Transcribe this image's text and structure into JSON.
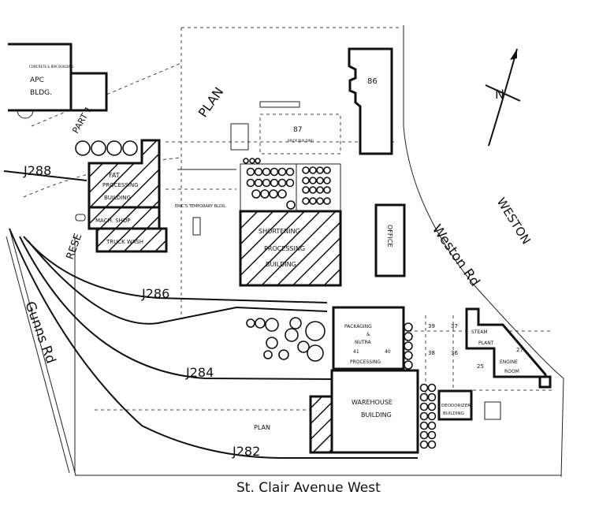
{
  "buildings": {
    "apc": {
      "sub": "CONCRETE & BRK BUILDING",
      "name": "APC",
      "name2": "BLDG."
    },
    "fat": {
      "l1": "FAT",
      "l2": "PROCESSING",
      "l3": "BUILDING"
    },
    "mach_shop": "MACH. SHOP",
    "truck_wash": "TRUCK WASH",
    "b86": "86",
    "b87": "87",
    "b87_sub": "BRICK BUILDING",
    "tempo": "ERIC'S TEMPORARY BLDG.",
    "shortening": {
      "l1": "SHORTENING",
      "l2": "PROCESSING",
      "l3": "BUILDING"
    },
    "office": "OFFICE",
    "packaging": {
      "l1": "PACKAGING",
      "l2": "&",
      "l3": "NUTRA",
      "l4": "PROCESSING",
      "n1": "41",
      "n2": "40"
    },
    "warehouse": {
      "l1": "WAREHOUSE",
      "l2": "BUILDING"
    },
    "deodorizer": {
      "l1": "DEODORIZER",
      "l2": "BUILDING"
    },
    "steam": {
      "l1": "STEAM",
      "l2": "PLANT"
    },
    "engine": {
      "l1": "ENGINE",
      "l2": "ROOM"
    },
    "lots": [
      "39",
      "37",
      "38",
      "36",
      "25",
      "27"
    ]
  },
  "tracks": [
    "J288",
    "J286",
    "J284",
    "J282"
  ],
  "labels": {
    "plan_top": "PLAN",
    "part": "PART 1",
    "rese": "RESE",
    "plan_bottom": "PLAN"
  },
  "roads": {
    "gunns": "Gunns Rd",
    "weston": "Weston Rd",
    "weston_caps": "WESTON",
    "stclair": "St. Clair Avenue West"
  },
  "north_arrow": "N"
}
